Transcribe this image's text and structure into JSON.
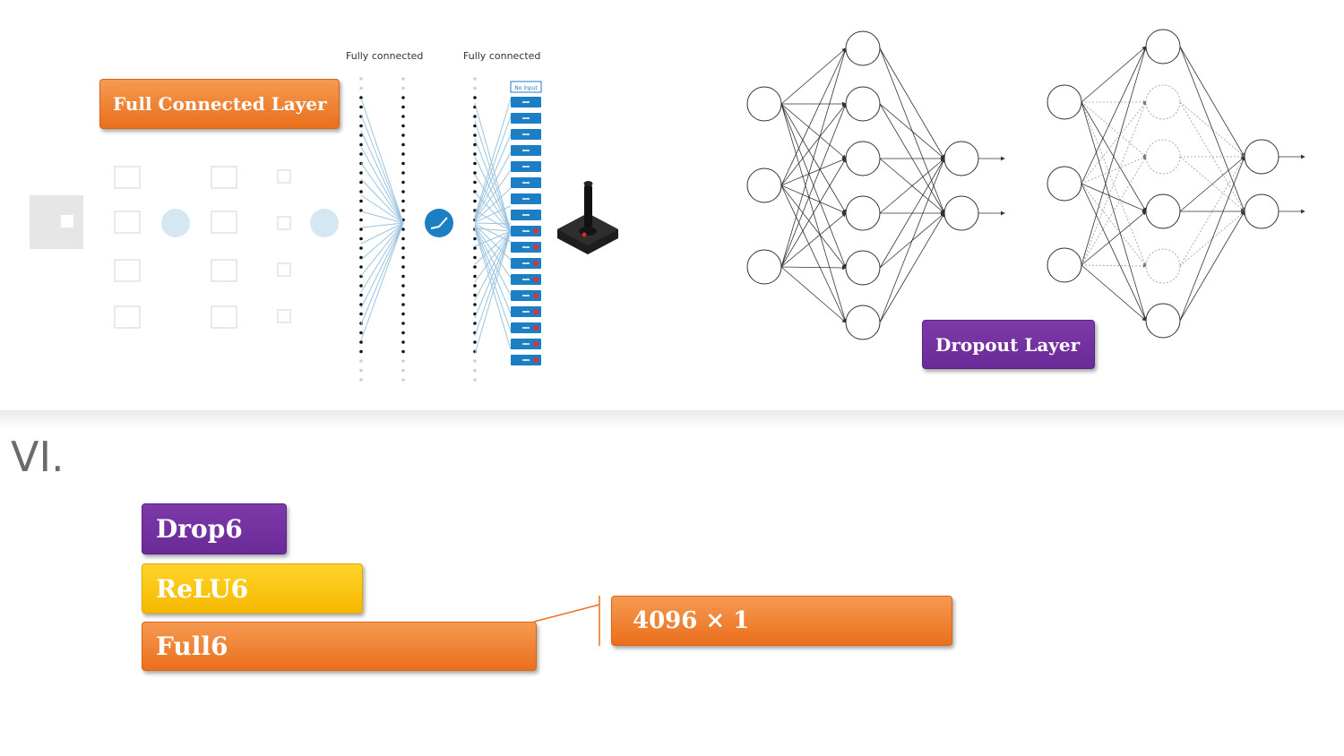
{
  "top_figure": {
    "fc_titles": [
      "Fully connected",
      "Fully connected"
    ],
    "no_input_label": "No input",
    "full_connected_badge": "Full Connected Layer",
    "dropout_badge": "Dropout Layer"
  },
  "section": {
    "number": "VI."
  },
  "layers": {
    "drop": "Drop6",
    "relu": "ReLU6",
    "full": "Full6",
    "output_shape": "4096 × 1"
  },
  "colors": {
    "orange": "#ea6f1c",
    "purple": "#6a2a98",
    "yellow": "#f6b800",
    "blue": "#1d7fc3"
  }
}
